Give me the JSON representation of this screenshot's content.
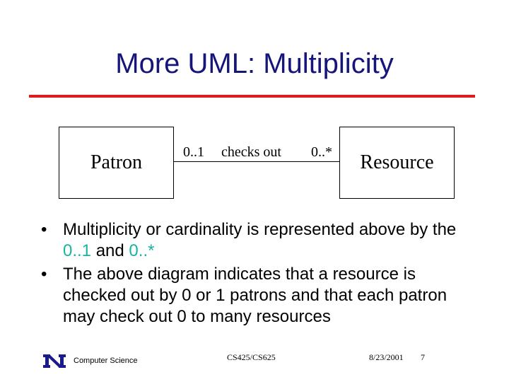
{
  "slide": {
    "title": "More UML: Multiplicity"
  },
  "diagram": {
    "left_class": "Patron",
    "right_class": "Resource",
    "left_multiplicity": "0..1",
    "association": "checks out",
    "right_multiplicity": "0..*"
  },
  "bullets": [
    {
      "parts": [
        "Multiplicity or cardinality is represented above by the ",
        "0..1",
        " and ",
        "0..*"
      ]
    },
    {
      "text": "The above diagram indicates that a resource is checked out by 0 or 1 patrons and that each patron may check out 0 to many resources"
    }
  ],
  "footer": {
    "logo_letter": "N",
    "department": "Computer Science",
    "course": "CS425/CS625",
    "date": "8/23/2001",
    "page": "7"
  },
  "colors": {
    "title": "#15157a",
    "rule": "#e01b1b",
    "highlight": "#19b3a0",
    "logo": "#1a1a8c"
  }
}
